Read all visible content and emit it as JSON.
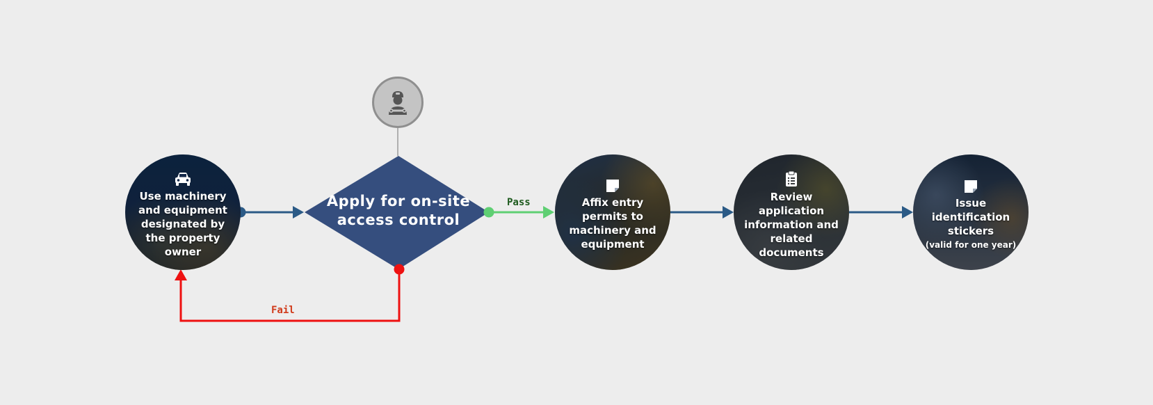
{
  "colors": {
    "background": "#ededed",
    "decision_fill": "#354e7e",
    "connector": "#2b5a86",
    "connector_dot": "#2b5a86",
    "pass": "#5fcf73",
    "fail": "#ee1111",
    "actor_fill": "#c4c4c4",
    "actor_border": "#8f8f8f",
    "actor_line": "#9a9a9a"
  },
  "actor": {
    "icon": "mechanic-icon"
  },
  "nodes": [
    {
      "id": "node-1",
      "label": "Use machinery and equipment designated by the property owner",
      "icon": "car-icon"
    },
    {
      "id": "node-2",
      "type": "decision",
      "label": "Apply for on-site access control"
    },
    {
      "id": "node-3",
      "label": "Affix entry permits to machinery and equipment",
      "icon": "sticky-note-icon"
    },
    {
      "id": "node-4",
      "label": "Review application information and related documents",
      "icon": "clipboard-list-icon"
    },
    {
      "id": "node-5",
      "label": "Issue identification stickers",
      "sublabel": "(valid for one year)",
      "icon": "sticky-note-icon"
    }
  ],
  "edges": {
    "pass_label": "Pass",
    "fail_label": "Fail"
  }
}
